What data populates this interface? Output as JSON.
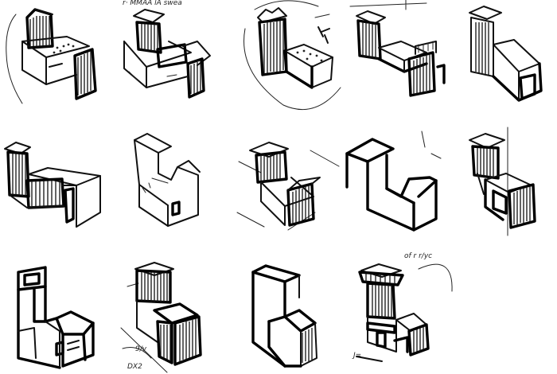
{
  "sheet": {
    "background": "#ffffff",
    "ink": "#111111",
    "layout": {
      "rows": 3,
      "columns": 5,
      "sketch_count": 14
    }
  },
  "sketches": [
    {
      "id": "r1c1",
      "icon": "tower-and-long-wing-sketch-icon"
    },
    {
      "id": "r1c2",
      "icon": "tower-and-long-wing-sketch-icon"
    },
    {
      "id": "r1c3",
      "icon": "tower-with-circle-sketch-icon"
    },
    {
      "id": "r1c4",
      "icon": "tower-with-pergola-sketch-icon"
    },
    {
      "id": "r1c5",
      "icon": "tower-and-wing-outline-sketch-icon"
    },
    {
      "id": "r2c1",
      "icon": "tower-and-low-wing-sketch-icon"
    },
    {
      "id": "r2c2",
      "icon": "u-shaped-mass-outline-sketch-icon"
    },
    {
      "id": "r2c3",
      "icon": "hatched-mass-sketch-icon"
    },
    {
      "id": "r2c4",
      "icon": "bold-u-shaped-mass-sketch-icon"
    },
    {
      "id": "r2c5",
      "icon": "stepped-hatched-mass-sketch-icon"
    },
    {
      "id": "r3c1",
      "icon": "bold-tower-mass-sketch-icon"
    },
    {
      "id": "r3c2",
      "icon": "hatched-tower-and-wing-sketch-icon"
    },
    {
      "id": "r3c3",
      "icon": "bold-l-shaped-mass-sketch-icon"
    },
    {
      "id": "r3c4",
      "icon": "tower-with-canopy-sketch-icon"
    }
  ],
  "annotations": {
    "r1c2_top": "r· MMAA lA  swea",
    "r3c2_note": "9/v",
    "r3c2_tag": "DX2",
    "r3c4_note": "of r r/yc",
    "r3c4_mark": "J="
  }
}
